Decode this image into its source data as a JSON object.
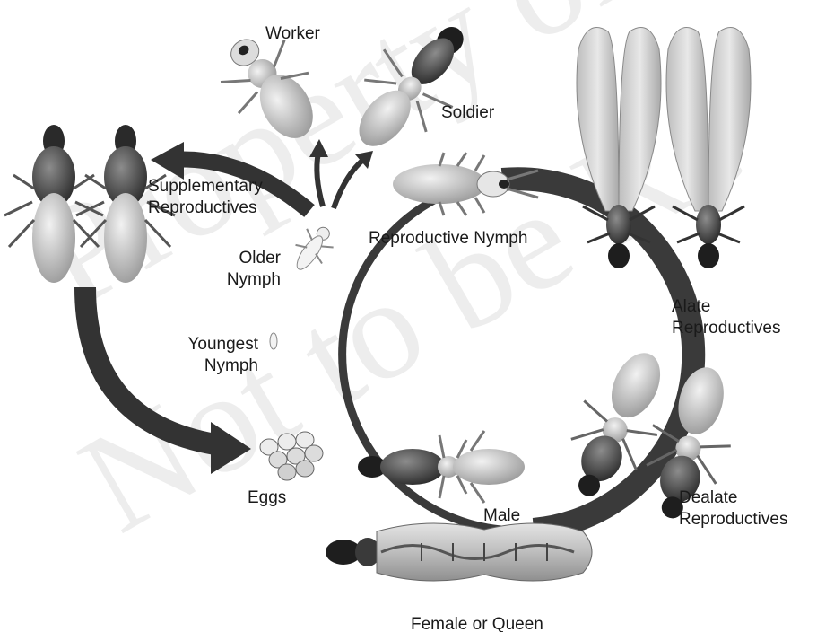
{
  "watermark": {
    "line1": "Property of",
    "line2": "Not to be Re"
  },
  "labels": {
    "worker": "Worker",
    "soldier": "Soldier",
    "supplementary_1": "Supplementary",
    "supplementary_2": "Reproductives",
    "reproductive_nymph": "Reproductive Nymph",
    "older_nymph_1": "Older",
    "older_nymph_2": "Nymph",
    "youngest_nymph_1": "Youngest",
    "youngest_nymph_2": "Nymph",
    "alate_1": "Alate",
    "alate_2": "Reproductives",
    "eggs": "Eggs",
    "male": "Male",
    "dealate_1": "Dealate",
    "dealate_2": "Reproductives",
    "queen": "Female or Queen"
  }
}
